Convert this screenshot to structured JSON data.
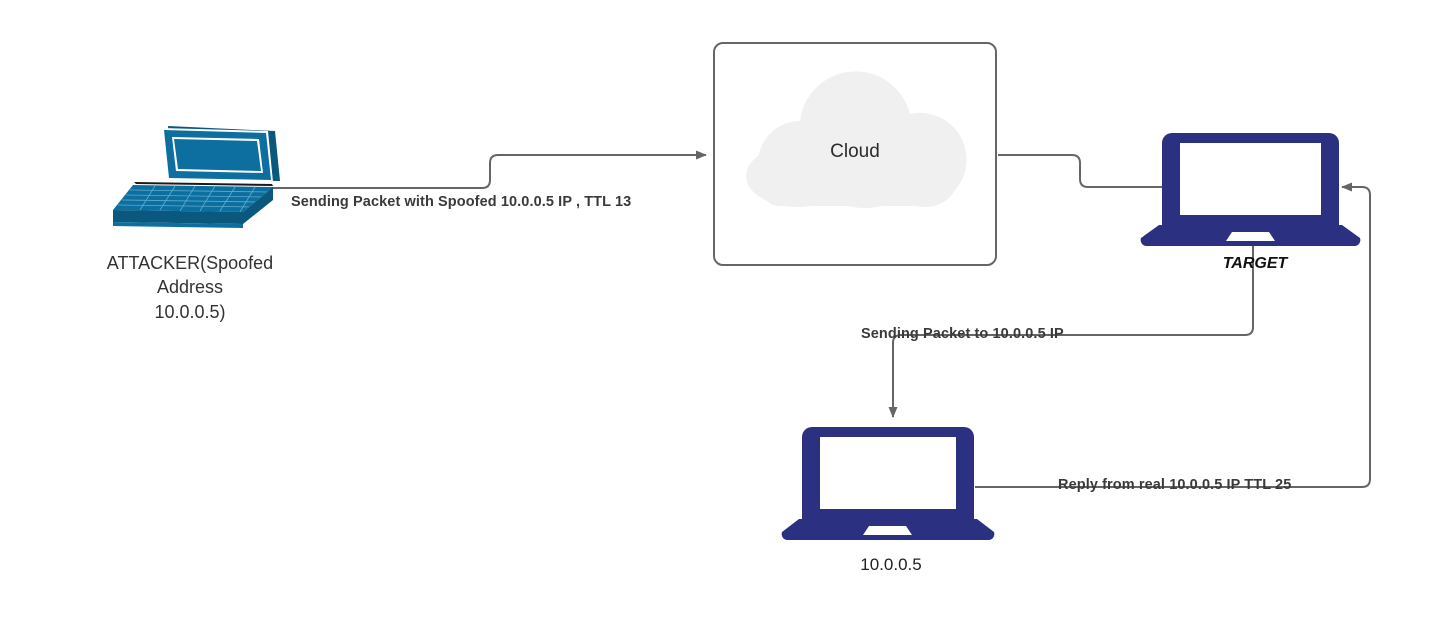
{
  "diagram": {
    "title": "IP Spoofing TTL Analysis Network Diagram",
    "background": "#ffffff",
    "colors": {
      "attacker_device": "#0C6FA0",
      "attacker_device_dark": "#0A587E",
      "navy_device": "#2B3180",
      "connector": "#666666",
      "cloud_fill": "#F0F0F0",
      "box_border": "#666666",
      "label_text": "#3a3a3a"
    },
    "nodes": [
      {
        "id": "attacker",
        "icon": "laptop-isometric-icon",
        "label": "ATTACKER(Spoofed\nAddress\n10.0.0.5)"
      },
      {
        "id": "cloud-box",
        "icon": "cloud-icon",
        "label": "Cloud"
      },
      {
        "id": "target",
        "icon": "laptop-icon",
        "label": "TARGET"
      },
      {
        "id": "victim",
        "icon": "laptop-icon",
        "label": "10.0.0.5"
      }
    ],
    "edges": [
      {
        "id": "attacker-to-cloud",
        "from": "attacker",
        "to": "cloud-box",
        "label": "Sending Packet with Spoofed 10.0.0.5 IP , TTL 13",
        "arrow": "to-cloud"
      },
      {
        "id": "cloud-to-target",
        "from": "cloud-box",
        "to": "target",
        "label": "",
        "arrow": "none"
      },
      {
        "id": "target-to-victim",
        "from": "target",
        "to": "victim",
        "label": "Sending Packet to 10.0.0.5 IP",
        "arrow": "to-victim"
      },
      {
        "id": "victim-to-target",
        "from": "victim",
        "to": "target",
        "label": "Reply from real 10.0.0.5 IP TTL 25",
        "arrow": "to-target"
      }
    ]
  }
}
